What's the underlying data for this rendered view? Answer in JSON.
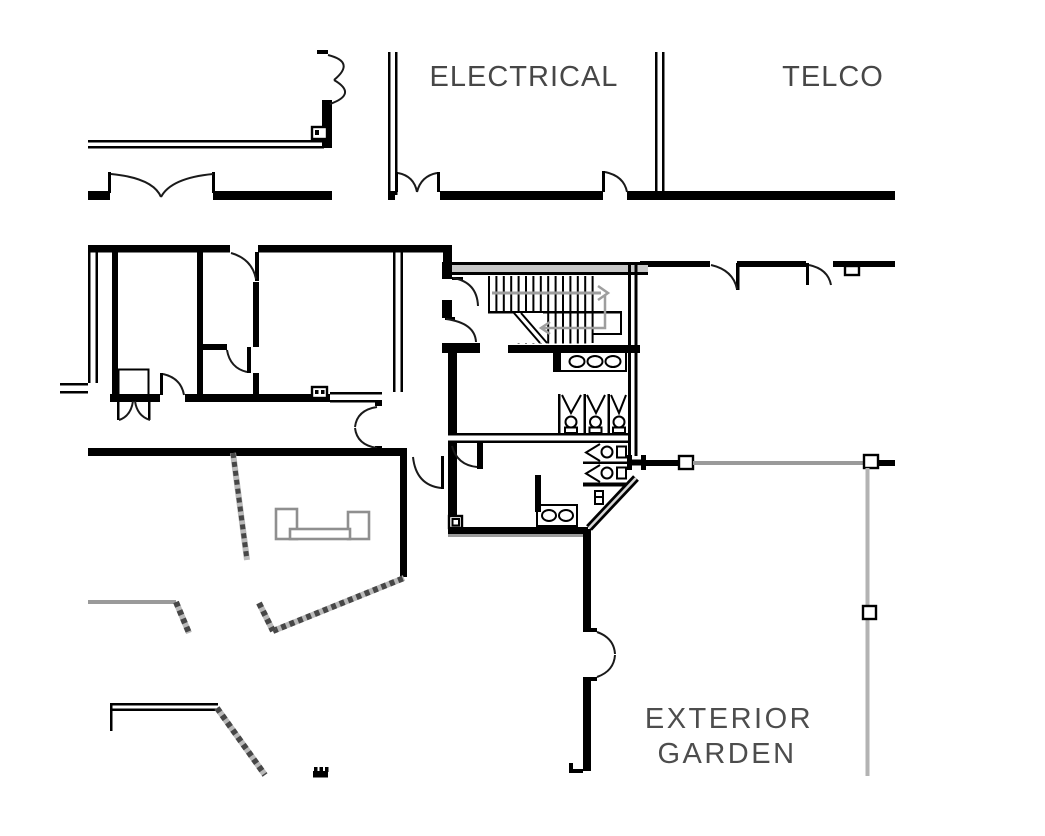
{
  "drawing": {
    "type": "architectural-floor-plan",
    "labels": {
      "electrical": "ELECTRICAL",
      "telco": "TELCO",
      "exterior_garden_line1": "EXTERIOR",
      "exterior_garden_line2": "GARDEN"
    },
    "colors": {
      "walls": "#000000",
      "glazing_gray": "#9a9a9a",
      "stair_shading": "#c7c7c7",
      "label_text": "#474747",
      "furniture_gray": "#8f8f8f",
      "background": "#ffffff"
    },
    "features": [
      "stair-run-with-direction-arrow",
      "toilet-stalls",
      "sink-counters",
      "door-swings",
      "curtain-wall-mullions",
      "reception-desk"
    ]
  }
}
